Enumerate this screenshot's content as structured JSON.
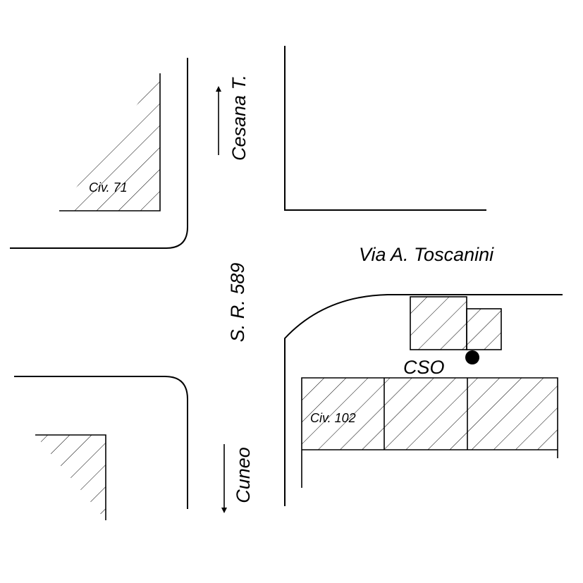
{
  "map": {
    "roads": {
      "main_road": "S. R. 589",
      "cross_street": "Via A. Toscanini"
    },
    "directions": {
      "north": "Cesana T.",
      "south": "Cuneo"
    },
    "buildings": {
      "north_west": "Civ. 71",
      "south_east": "Civ. 102"
    },
    "marker": {
      "label": "CSO",
      "symbol": "filled-circle-icon"
    },
    "colors": {
      "line": "#000000",
      "background": "#ffffff"
    }
  }
}
